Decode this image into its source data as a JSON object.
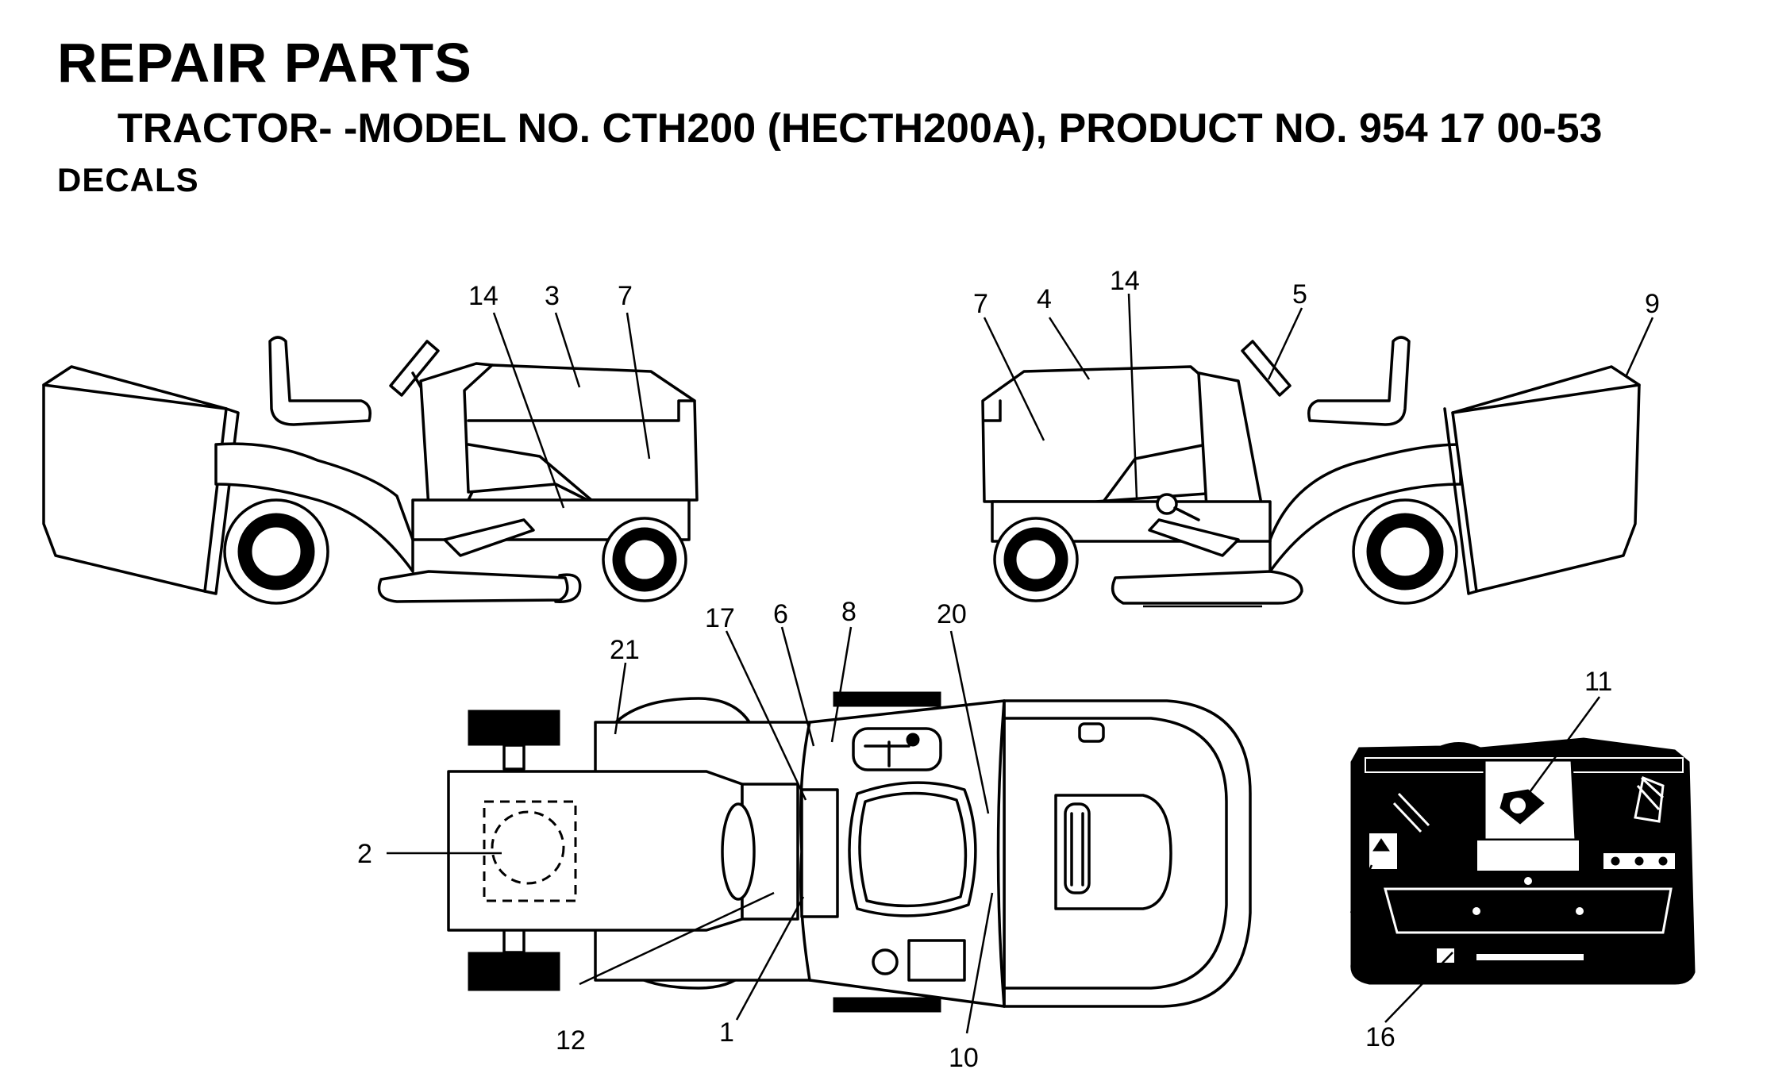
{
  "header": {
    "title": "REPAIR PARTS",
    "subtitle": "TRACTOR- -MODEL NO. CTH200 (HECTH200A), PRODUCT NO. 954 17 00-53",
    "section": "DECALS"
  },
  "callouts": {
    "left_view": [
      "14",
      "3",
      "7"
    ],
    "right_view": [
      "7",
      "4",
      "14",
      "5",
      "9"
    ],
    "top_view": [
      "17",
      "6",
      "8",
      "20",
      "21",
      "2",
      "12",
      "1",
      "10"
    ],
    "rear_view": [
      "11",
      "16"
    ]
  }
}
